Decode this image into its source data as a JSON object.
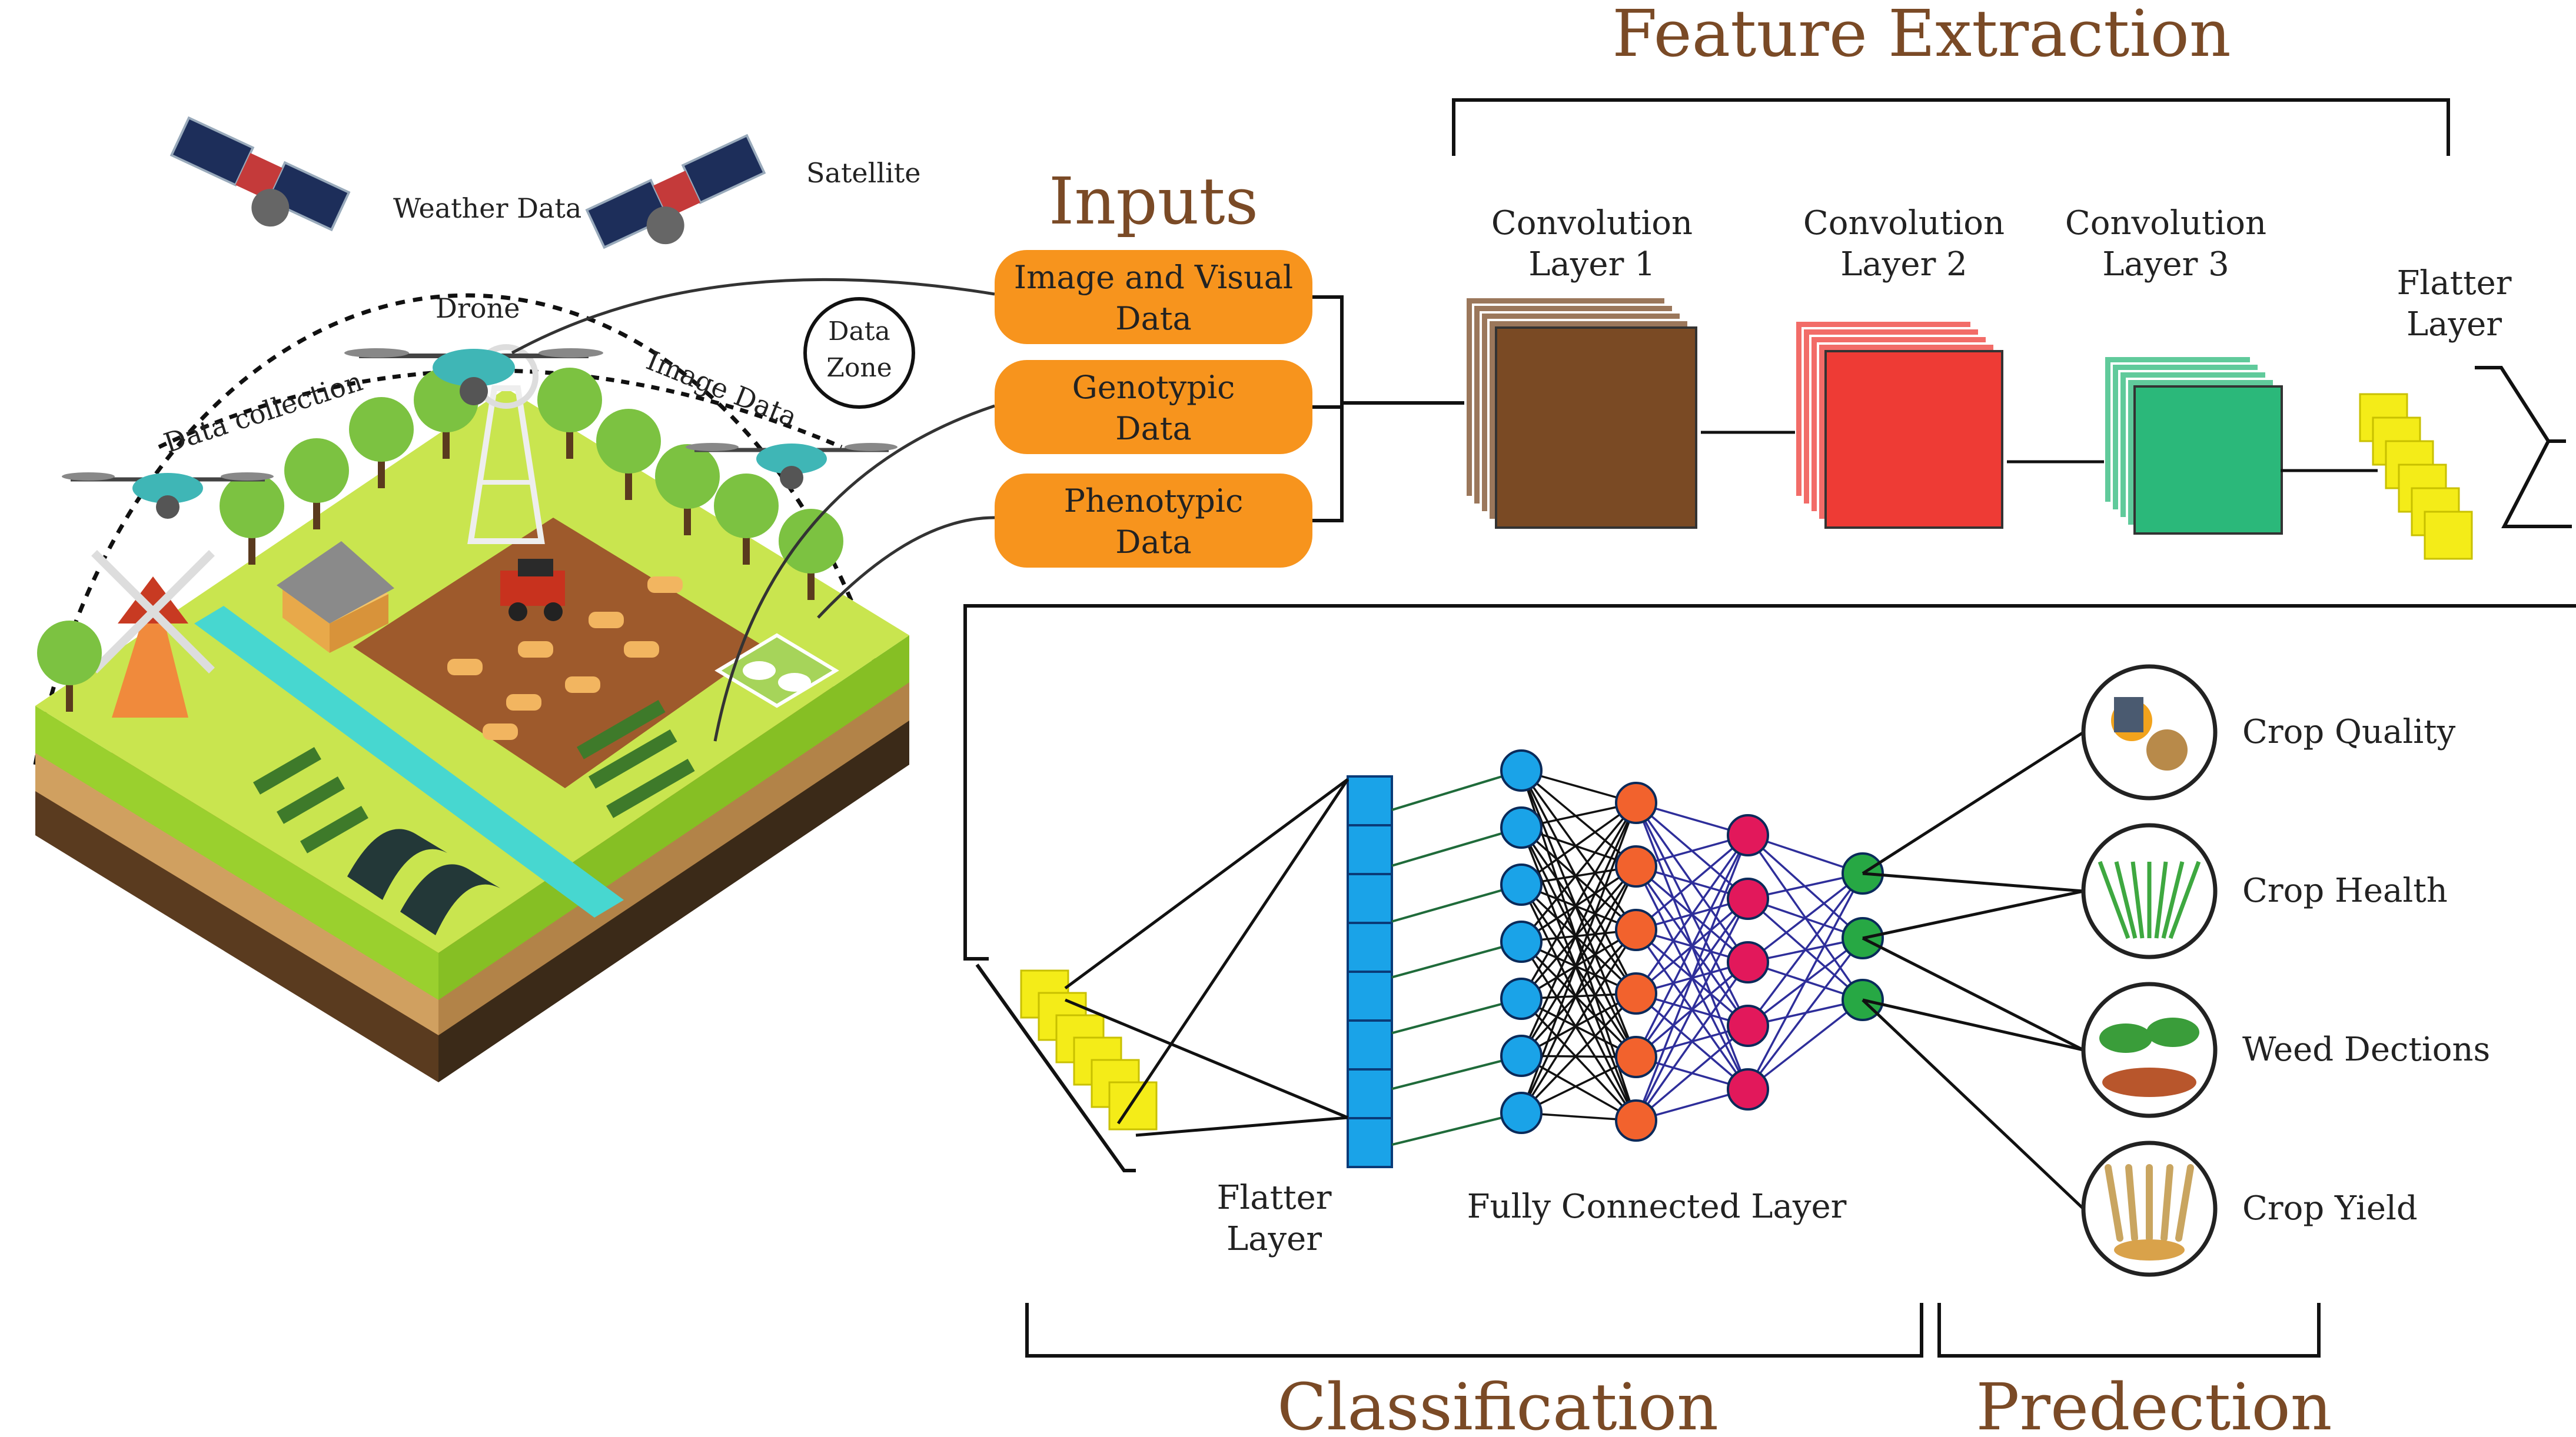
{
  "headings": {
    "feature_extraction": "Feature Extraction",
    "inputs": "Inputs",
    "classification": "Classification",
    "prediction": "Predection"
  },
  "field": {
    "weather_data": "Weather Data",
    "satellite": "Satellite",
    "drone": "Drone",
    "data_collection": "Data collection",
    "image_data": "Image Data",
    "data_zone": [
      "Data",
      "Zone"
    ]
  },
  "inputs": [
    {
      "line1": "Image and Visual",
      "line2": "Data"
    },
    {
      "line1": "Genotypic",
      "line2": "Data"
    },
    {
      "line1": "Phenotypic",
      "line2": "Data"
    }
  ],
  "conv_layers": [
    {
      "line1": "Convolution",
      "line2": "Layer 1",
      "color": "#7a4a24"
    },
    {
      "line1": "Convolution",
      "line2": "Layer 2",
      "color": "#ee3b35"
    },
    {
      "line1": "Convolution",
      "line2": "Layer 3",
      "color": "#2bb87a"
    }
  ],
  "flatter_top": {
    "line1": "Flatter",
    "line2": "Layer"
  },
  "flatter_bottom": {
    "line1": "Flatter",
    "line2": "Layer"
  },
  "fully_connected": "Fully Connected Layer",
  "outputs": [
    {
      "label": "Crop Quality"
    },
    {
      "label": "Crop Health"
    },
    {
      "label": "Weed Dections"
    },
    {
      "label": "Crop Yield"
    }
  ],
  "colors": {
    "heading": "#7a4a26",
    "input_box": "#f7941d",
    "flatten_square": "#f4ec18",
    "flat_vector": "#1aa3e8",
    "nn_layer1": "#1aa3e8",
    "nn_layer2": "#f2622d",
    "nn_layer3": "#e2185b",
    "nn_output": "#27a844"
  }
}
